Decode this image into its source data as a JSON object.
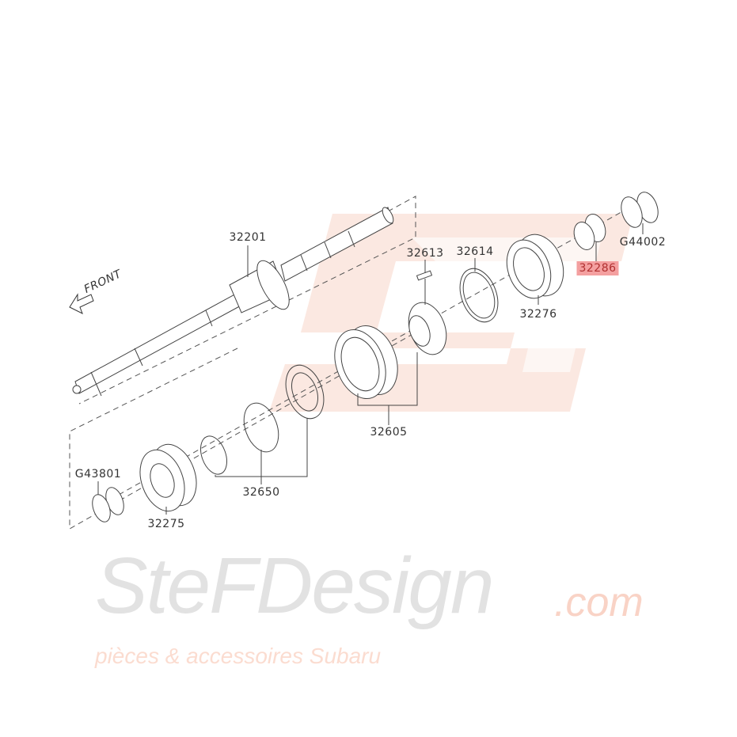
{
  "diagram": {
    "direction_label": "FRONT",
    "parts": [
      {
        "id": "32201",
        "highlighted": false
      },
      {
        "id": "32613",
        "highlighted": false
      },
      {
        "id": "32614",
        "highlighted": false
      },
      {
        "id": "32276",
        "highlighted": false
      },
      {
        "id": "32286",
        "highlighted": true
      },
      {
        "id": "G44002",
        "highlighted": false
      },
      {
        "id": "32605",
        "highlighted": false
      },
      {
        "id": "32650",
        "highlighted": false
      },
      {
        "id": "G43801",
        "highlighted": false
      },
      {
        "id": "32275",
        "highlighted": false
      }
    ],
    "highlight_color": "#f4a0a0"
  },
  "watermark": {
    "brand": "SteFDesign",
    "domain": ".com",
    "tagline": "pièces & accessoires Subaru",
    "logo_color": "#fbe3da",
    "text_color": "#e2e2e2"
  }
}
